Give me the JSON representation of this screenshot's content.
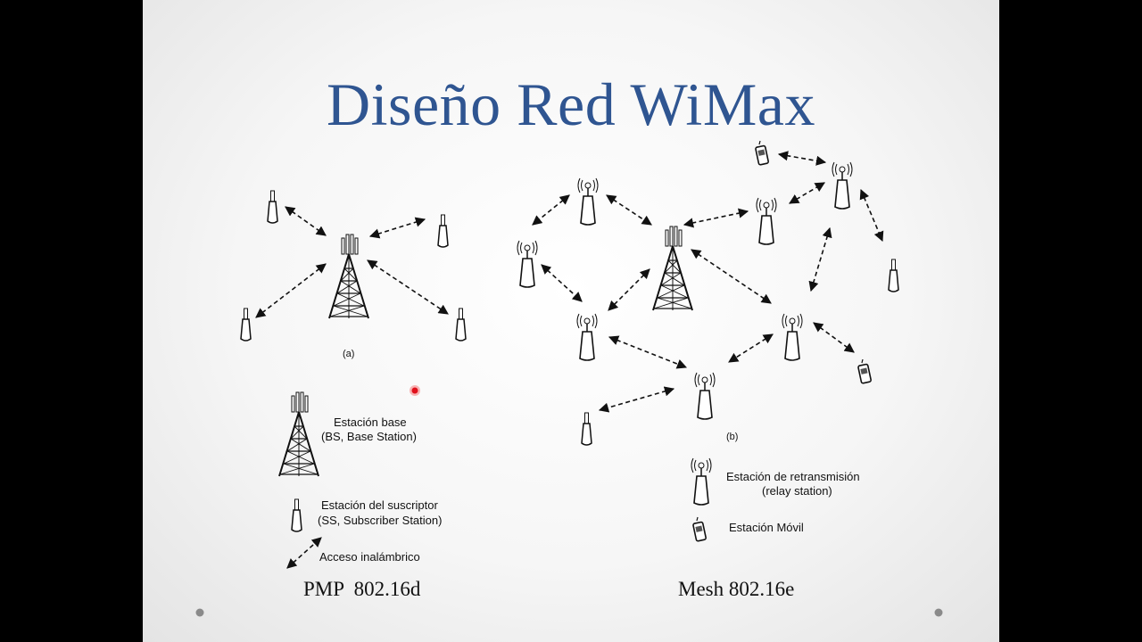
{
  "slide": {
    "title": "Diseño Red WiMax",
    "colors": {
      "title": "#2f5591",
      "background": "#000000",
      "laser_pointer": "#e0101c"
    }
  },
  "diagram_a": {
    "label": "(a)",
    "caption": "PMP  802.16d"
  },
  "diagram_b": {
    "label": "(b)",
    "caption": "Mesh 802.16e"
  },
  "legend_a": {
    "base_station_line1": "Estación base",
    "base_station_line2": "(BS, Base Station)",
    "subscriber_line1": "Estación del suscriptor",
    "subscriber_line2": "(SS, Subscriber Station)",
    "wireless_access": "Acceso inalámbrico"
  },
  "legend_b": {
    "relay_line1": "Estación de retransmisión",
    "relay_line2": "(relay station)",
    "mobile": "Estación Móvil"
  }
}
